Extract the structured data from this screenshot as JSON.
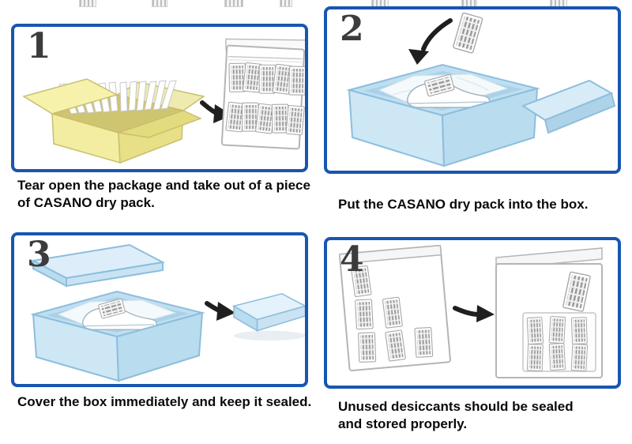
{
  "document": {
    "kind": "instruction-sheet",
    "product_name": "CASANO dry pack",
    "background": "#ffffff"
  },
  "colors": {
    "panel_border": "#1856b0",
    "carton_yellow": "#f2eda0",
    "shoe_box_blue": "#cde7f5",
    "arrow_black": "#1f1f1f",
    "sachet_stripe_gray": "#989898",
    "step_number_color": "#3c3c3c",
    "caption_color": "#0a0a0a"
  },
  "steps": [
    {
      "number": "1",
      "caption": "Tear open the package and take out of a piece of CASANO dry pack.",
      "illustration": "open-carton-of-dry-packs-with-arrow-to-sachet-bag"
    },
    {
      "number": "2",
      "caption": "Put the CASANO dry pack into the box.",
      "illustration": "dry-pack-dropped-into-open-shoe-box-with-shoe"
    },
    {
      "number": "3",
      "caption": "Cover the box immediately and keep it sealed.",
      "illustration": "lid-placed-on-box-then-closed-box"
    },
    {
      "number": "4",
      "caption": "Unused desiccants should be sealed and stored properly.",
      "illustration": "partially-used-bag-with-arrow-to-resealed-bag"
    }
  ]
}
